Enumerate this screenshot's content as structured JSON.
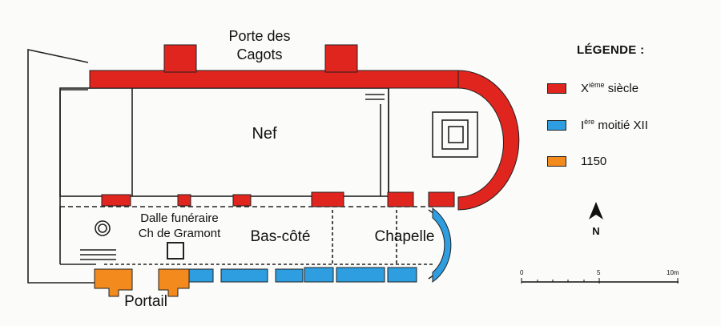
{
  "labels": {
    "porte_line1": "Porte des",
    "porte_line2": "Cagots",
    "nef": "Nef",
    "dalle_line1": "Dalle funéraire",
    "dalle_line2": "Ch de Gramont",
    "bas_cote": "Bas-côté",
    "chapelle": "Chapelle",
    "portail": "Portail"
  },
  "legend": {
    "title": "LÉGENDE :",
    "items": [
      {
        "prefix": "X",
        "sup": "ième",
        "suffix": " siècle",
        "color": "#e0241e"
      },
      {
        "prefix": "I",
        "sup": "ère",
        "suffix": " moitié XII",
        "color": "#2f9ee0"
      },
      {
        "prefix": "1150",
        "sup": "",
        "suffix": "",
        "color": "#f28a1e"
      }
    ]
  },
  "north": "N",
  "scale": {
    "ticks": [
      "0",
      "5",
      "10m"
    ]
  },
  "colors": {
    "xi": "#e0241e",
    "xii": "#2f9ee0",
    "y1150": "#f28a1e",
    "line": "#222222"
  }
}
